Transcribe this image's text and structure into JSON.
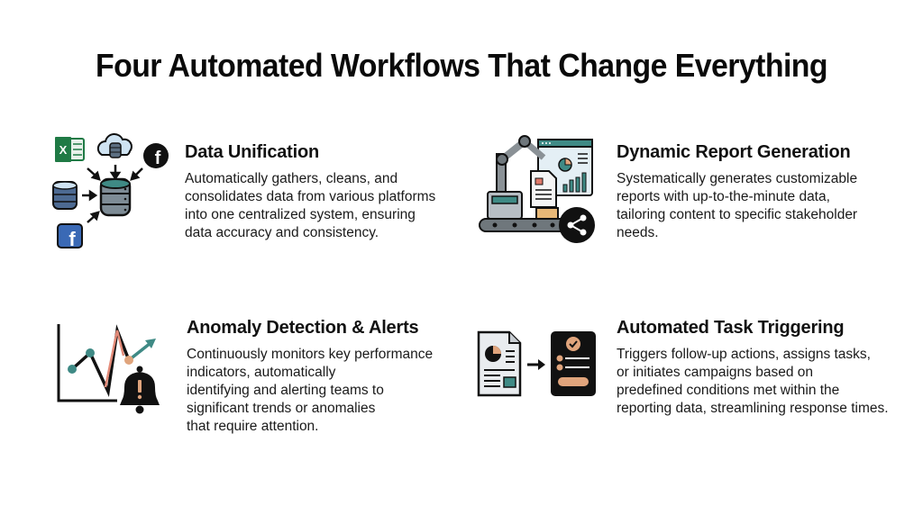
{
  "title": "Four Automated Workflows That Change Everything",
  "colors": {
    "teal": "#3f8a85",
    "slate": "#5c6f82",
    "peach": "#e0a47c",
    "blue": "#3a69b5",
    "excel_green": "#1f7a45",
    "black": "#111111"
  },
  "workflows": [
    {
      "heading": "Data Unification",
      "icon": "database-integration-icon",
      "lines": [
        "Automatically gathers, cleans, and",
        "consolidates data from various platforms",
        "into one centralized system, ensuring",
        "data accuracy and consistency."
      ]
    },
    {
      "heading": "Dynamic Report Generation",
      "icon": "robot-report-icon",
      "lines": [
        "Systematically generates customizable",
        "reports with up-to-the-minute data,",
        "tailoring content to specific stakeholder",
        "needs."
      ]
    },
    {
      "heading": "Anomaly Detection & Alerts",
      "icon": "anomaly-alert-icon",
      "lines": [
        "Continuously monitors key performance",
        "indicators, automatically",
        "identifying and alerting teams to",
        "significant trends or anomalies",
        "that require attention."
      ]
    },
    {
      "heading": "Automated Task Triggering",
      "icon": "task-trigger-icon",
      "lines": [
        "Triggers follow-up actions, assigns tasks,",
        "or initiates campaigns based on",
        "predefined conditions met within the",
        "reporting data, streamlining response times."
      ]
    }
  ]
}
